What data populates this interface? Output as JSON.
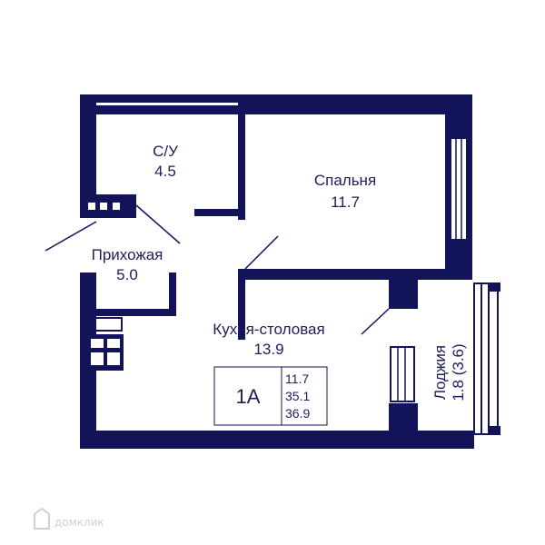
{
  "colors": {
    "wall": "#13135a",
    "text": "#1e1e5c",
    "watermark": "#cfcfd6"
  },
  "rooms": {
    "bathroom": {
      "name": "С/У",
      "area": "4.5"
    },
    "bedroom": {
      "name": "Спальня",
      "area": "11.7"
    },
    "hallway": {
      "name": "Прихожая",
      "area": "5.0"
    },
    "kitchen": {
      "name": "Кухня-столовая",
      "area": "13.9"
    },
    "loggia": {
      "name": "Лоджия",
      "area": "1.8 (3.6)"
    }
  },
  "legend": {
    "type": "1А",
    "living": "11.7",
    "area": "35.1",
    "total": "36.9"
  },
  "watermark": {
    "text": "домклик",
    "icon": "domclick-logo-icon"
  }
}
